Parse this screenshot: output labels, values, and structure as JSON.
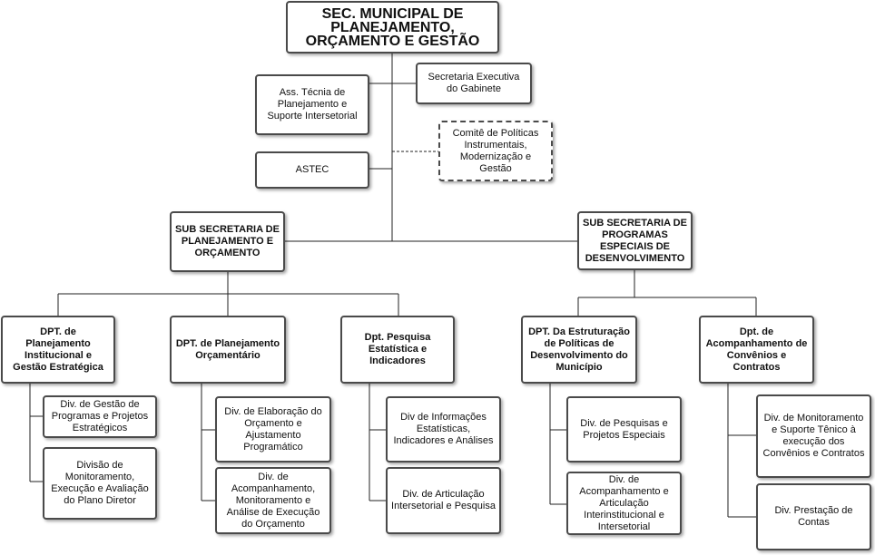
{
  "nodes": {
    "root": "SEC. MUNICIPAL DE PLANEJAMENTO, ORÇAMENTO E GESTÃO",
    "ass_tecnica": "Ass. Técnia de Planejamento e Suporte Intersetorial",
    "sec_executiva": "Secretaria Executiva do Gabinete",
    "comite": "Comitê de Políticas Instrumentais, Modernização e Gestão",
    "astec": "ASTEC",
    "sub_planejamento": "SUB SECRETARIA DE PLANEJAMENTO E ORÇAMENTO",
    "sub_programas": "SUB SECRETARIA DE PROGRAMAS ESPECIAIS DE DESENVOLVIMENTO",
    "dpt_planejamento_inst": "DPT. de Planejamento Institucional e Gestão Estratégica",
    "dpt_planejamento_orc": "DPT. de Planejamento Orçamentário",
    "dpt_pesquisa": "Dpt. Pesquisa Estatística e Indicadores",
    "dpt_estruturacao": "DPT. Da Estruturação de Políticas de Desenvolvimento do Município",
    "dpt_acompanhamento": "Dpt. de Acompanhamento de Convênios e Contratos",
    "div_gestao_programas": "Div. de Gestão de Programas e Projetos Estratégicos",
    "div_monitoramento_plano": "Divisão de Monitoramento, Execução e Avaliação do Plano Diretor",
    "div_elaboracao": "Div. de Elaboração do Orçamento e Ajustamento Programático",
    "div_acomp_orcamento": "Div. de Acompanhamento, Monitoramento e Análise de Execução do Orçamento",
    "div_informacoes": "Div de Informações Estatísticas, Indicadores e Análises",
    "div_articulacao": "Div. de Articulação Intersetorial e Pesquisa",
    "div_pesquisas_projetos": "Div. de Pesquisas e Projetos Especiais",
    "div_acomp_articulacao": "Div. de Acompanhamento e Articulação Interinstitucional e Intersetorial",
    "div_monit_suporte": "Div. de Monitoramento e Suporte Tênico à execução dos Convênios e Contratos",
    "div_prestacao": "Div. Prestação de Contas"
  }
}
